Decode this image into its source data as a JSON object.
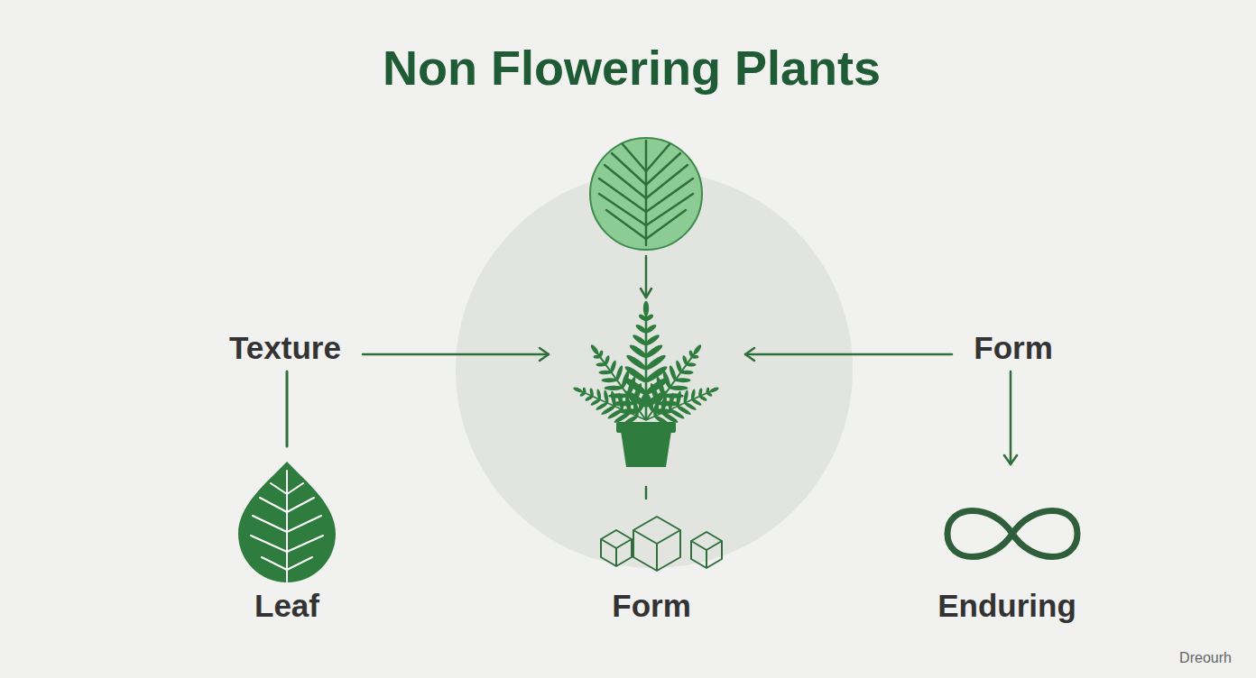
{
  "diagram": {
    "title": "Non Flowering Plants",
    "labels": [
      "Texture",
      "Form",
      "Leaf",
      "Form",
      "Enduring",
      "Dreourh"
    ]
  }
}
